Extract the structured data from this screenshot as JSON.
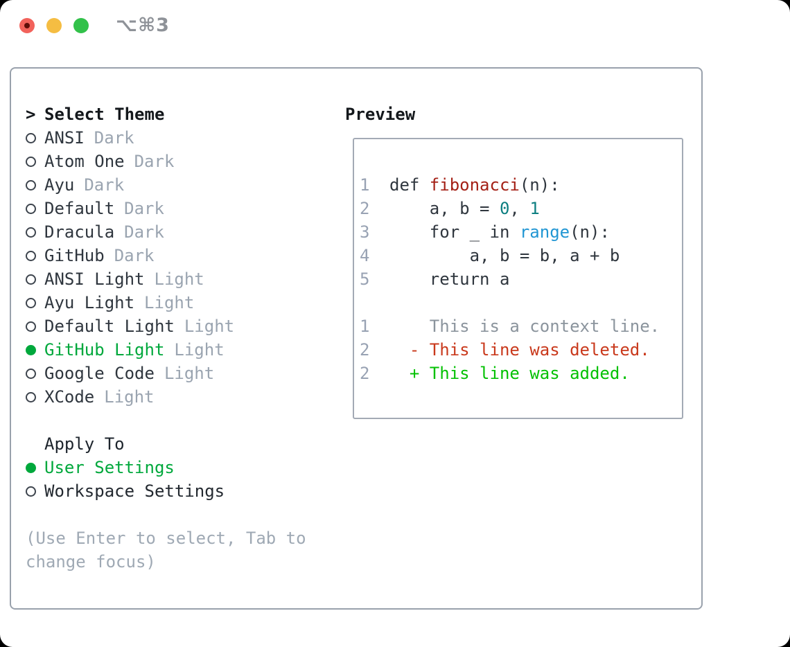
{
  "window": {
    "title": "⌥⌘3",
    "traffic_lights": {
      "close": "close-button",
      "minimize": "minimize-button",
      "zoom": "zoom-button"
    }
  },
  "theme_picker": {
    "header_marker": ">",
    "header": "Select Theme",
    "themes": [
      {
        "name": "ANSI",
        "variant": "Dark",
        "selected": false
      },
      {
        "name": "Atom One",
        "variant": "Dark",
        "selected": false
      },
      {
        "name": "Ayu",
        "variant": "Dark",
        "selected": false
      },
      {
        "name": "Default",
        "variant": "Dark",
        "selected": false
      },
      {
        "name": "Dracula",
        "variant": "Dark",
        "selected": false
      },
      {
        "name": "GitHub",
        "variant": "Dark",
        "selected": false
      },
      {
        "name": "ANSI Light",
        "variant": "Light",
        "selected": false
      },
      {
        "name": "Ayu Light",
        "variant": "Light",
        "selected": false
      },
      {
        "name": "Default Light",
        "variant": "Light",
        "selected": false
      },
      {
        "name": "GitHub Light",
        "variant": "Light",
        "selected": true
      },
      {
        "name": "Google Code",
        "variant": "Light",
        "selected": false
      },
      {
        "name": "XCode",
        "variant": "Light",
        "selected": false
      }
    ],
    "apply_to": {
      "header": "Apply To",
      "options": [
        {
          "label": "User Settings",
          "selected": true
        },
        {
          "label": "Workspace Settings",
          "selected": false
        }
      ]
    },
    "hint_lines": [
      "(Use Enter to select, Tab to",
      "change focus)"
    ]
  },
  "preview": {
    "header": "Preview",
    "lines": [
      {
        "num": "1",
        "tokens": [
          {
            "t": "def ",
            "c": "text"
          },
          {
            "t": "fibonacci",
            "c": "func"
          },
          {
            "t": "(n):",
            "c": "text"
          }
        ]
      },
      {
        "num": "2",
        "tokens": [
          {
            "t": "    a, b = ",
            "c": "text"
          },
          {
            "t": "0",
            "c": "number"
          },
          {
            "t": ", ",
            "c": "text"
          },
          {
            "t": "1",
            "c": "number"
          }
        ]
      },
      {
        "num": "3",
        "tokens": [
          {
            "t": "    for _ in ",
            "c": "text"
          },
          {
            "t": "range",
            "c": "builtin"
          },
          {
            "t": "(n):",
            "c": "text"
          }
        ]
      },
      {
        "num": "4",
        "tokens": [
          {
            "t": "        a, b = b, a + b",
            "c": "text"
          }
        ]
      },
      {
        "num": "5",
        "tokens": [
          {
            "t": "    return a",
            "c": "text"
          }
        ]
      },
      {
        "num": "",
        "tokens": []
      },
      {
        "num": "1",
        "tokens": [
          {
            "t": "    This is a context line.",
            "c": "context"
          }
        ]
      },
      {
        "num": "2",
        "tokens": [
          {
            "t": "  - This line was deleted.",
            "c": "removed"
          }
        ]
      },
      {
        "num": "2",
        "tokens": [
          {
            "t": "  + This line was added.",
            "c": "added"
          }
        ]
      }
    ]
  },
  "palette": {
    "text": "#2f363e",
    "func": "#a42016",
    "builtin": "#2196d3",
    "number": "#0d7f81",
    "context": "#8b949d",
    "removed": "#c9391c",
    "added": "#04c104",
    "line_num": "#98a2b3",
    "selection_green": "#00a83c",
    "muted_gray": "#9aa4b0",
    "panel_border": "#99a1ac"
  }
}
